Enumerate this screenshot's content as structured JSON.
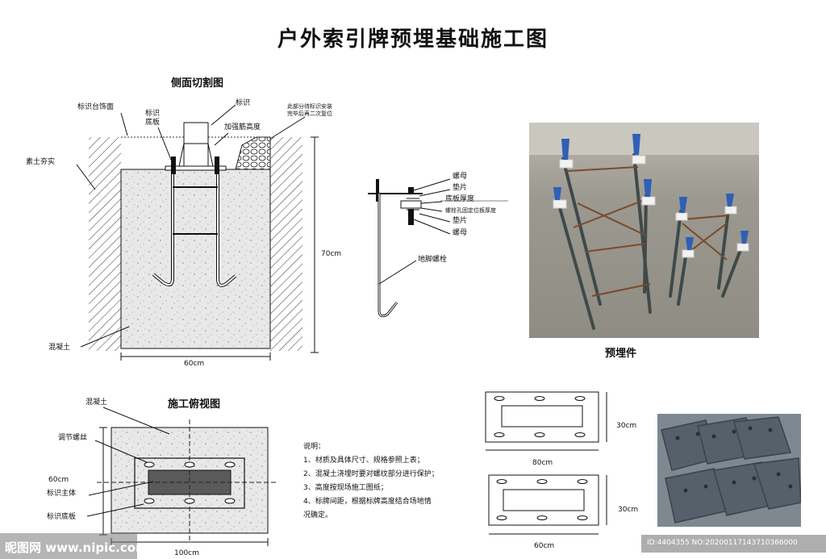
{
  "title": "户外索引牌预埋基础施工图",
  "side_section": {
    "heading": "侧面切割图",
    "labels": {
      "platform": "标识台饰面",
      "base_plate": "标识\n底板",
      "sign": "标识",
      "rebar_height": "加强筋高度",
      "rebar_note": "此部分待标识安装\n完毕后再二次复位",
      "soil": "素土夯实",
      "concrete": "混凝土",
      "height_dim": "70cm",
      "width_dim": "60cm"
    }
  },
  "bolt_detail": {
    "nut_top": "螺母",
    "washer_top": "垫片",
    "plate_thickness": "底板厚度",
    "hole_plate": "螺栓孔固定位板厚度",
    "washer_bottom": "垫片",
    "nut_bottom": "螺母",
    "anchor_bolt": "地脚螺栓"
  },
  "photo1_caption": "预埋件",
  "top_view": {
    "heading": "施工俯视图",
    "concrete": "混凝土",
    "adjust_screw": "调节螺丝",
    "sign_body": "标识主体",
    "sign_base": "标识底板",
    "height_dim": "60cm",
    "width_dim": "100cm"
  },
  "notes": {
    "heading": "说明：",
    "items": [
      "1、材质及具体尺寸、规格参照上表；",
      "2、混凝土浇埋时要对螺纹部分进行保护；",
      "3、高度按现场施工图纸；",
      "4、标牌间距，根据标牌高度结合场地情",
      "况确定。"
    ]
  },
  "plates": {
    "plate1_width": "80cm",
    "plate1_height": "30cm",
    "plate2_width": "60cm",
    "plate2_height": "30cm"
  },
  "watermark": {
    "left": "昵图网 www.nipic.com",
    "right": "ID:4404355 NO:20200117143710366000"
  },
  "colors": {
    "concrete": "#e6e6e6",
    "sign_body": "#5a5a5a",
    "photo_ground": "#9a9890",
    "rebar_cap": "#2f5fb7",
    "plate_steel": "#5b6670"
  }
}
